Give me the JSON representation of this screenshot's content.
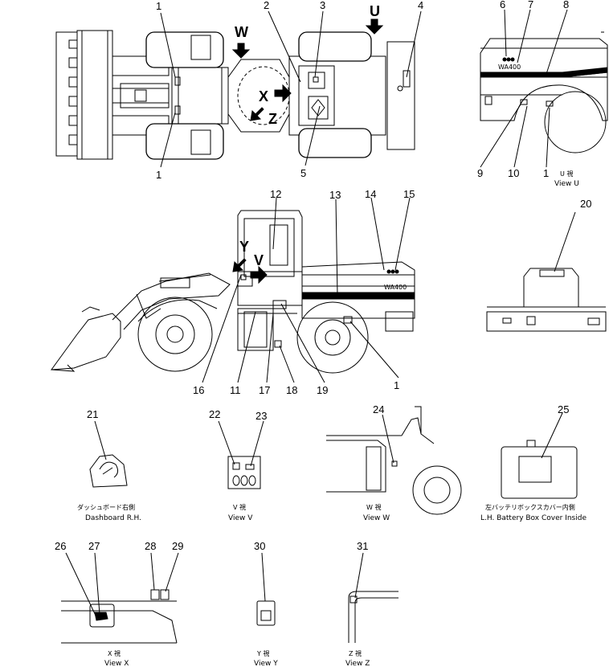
{
  "top_view": {
    "callouts": [
      "1",
      "2",
      "3",
      "4",
      "1",
      "5"
    ],
    "view_letters": {
      "w": "W",
      "u": "U",
      "x": "X",
      "z": "Z"
    }
  },
  "view_u": {
    "callouts": [
      "6",
      "7",
      "8",
      "9",
      "10",
      "1"
    ],
    "model_text": "WA400",
    "caption_jp": "U 視",
    "caption_en": "View U"
  },
  "side_view": {
    "callouts": [
      "12",
      "13",
      "14",
      "15",
      "16",
      "11",
      "17",
      "18",
      "19",
      "1"
    ],
    "model_text": "WA400",
    "view_letters": {
      "y": "Y",
      "v": "V"
    }
  },
  "battery_top": {
    "callouts": [
      "20"
    ]
  },
  "dashboard": {
    "callouts": [
      "21"
    ],
    "caption_jp": "ダッシュボード右側",
    "caption_en": "Dashboard R.H."
  },
  "view_v": {
    "callouts": [
      "22",
      "23"
    ],
    "caption_jp": "V 視",
    "caption_en": "View V"
  },
  "view_w": {
    "callouts": [
      "24"
    ],
    "caption_jp": "W 視",
    "caption_en": "View W"
  },
  "battery_cover": {
    "callouts": [
      "25"
    ],
    "caption_jp": "左バッテリボックスカバー内側",
    "caption_en": "L.H. Battery Box Cover Inside"
  },
  "view_x": {
    "callouts": [
      "26",
      "27",
      "28",
      "29"
    ],
    "caption_jp": "X 視",
    "caption_en": "View X"
  },
  "view_y": {
    "callouts": [
      "30"
    ],
    "caption_jp": "Y 視",
    "caption_en": "View Y"
  },
  "view_z": {
    "callouts": [
      "31"
    ],
    "caption_jp": "Z 視",
    "caption_en": "View Z"
  }
}
